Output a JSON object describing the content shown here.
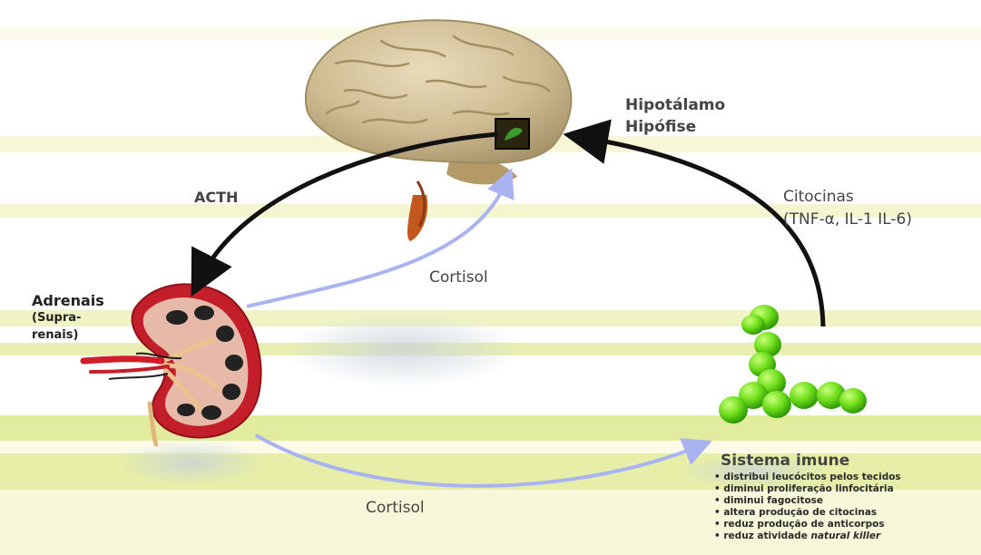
{
  "labels": {
    "hipotalamo": "Hipotálamo",
    "hipofise": "Hipófise",
    "acth": "ACTH",
    "citocinas": "Citocinas",
    "citocinas_detail": "(TNF-α, IL-1 IL-6)",
    "cortisol_top": "Cortisol",
    "cortisol_bottom": "Cortisol",
    "adrenais": "Adrenais",
    "supra": "(Supra-",
    "renais": "renais)"
  },
  "immune_system": {
    "title": "Sistema imune",
    "effects": [
      "distribui leucócitos pelos tecidos",
      "diminui proliferação linfocitária",
      "diminui fagocitose",
      "altera produção de citocinas",
      "reduz produção de anticorpos"
    ],
    "last_effect_prefix": "reduz atividade ",
    "last_effect_italic": "natural killer"
  },
  "colors": {
    "arrow_dark": "#111111",
    "arrow_cortisol": "#a9b3f2",
    "brain": "#cdb98f",
    "kidney": "#c21f2a",
    "cells": "#6fde1c"
  },
  "icons": [
    "brain-icon",
    "kidney-icon",
    "immune-cells-icon"
  ]
}
